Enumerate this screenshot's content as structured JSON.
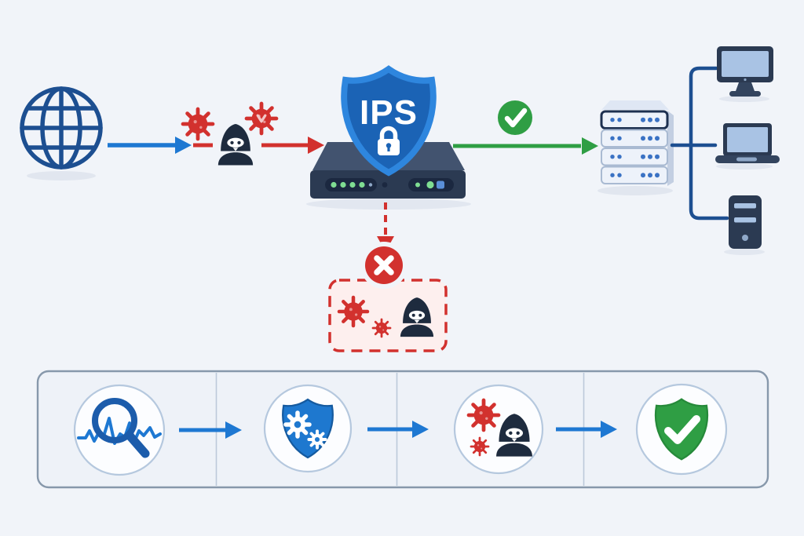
{
  "colors": {
    "background": "#f1f4f9",
    "globe_blue": "#1d4f91",
    "blue_arrow": "#1e78d2",
    "blue_link": "#1d4f91",
    "mag_blue": "#1c5cab",
    "red": "#d2312e",
    "red_light": "#e99391",
    "pink_cutout": "#f2c7c7",
    "green": "#2f9e44",
    "green_dark": "#268a3a",
    "navy": "#1e2b3e",
    "device_top": "#42536f",
    "device_front": "#2b3a52",
    "device_mid": "#33445e",
    "device_detail": "#8fa8c8",
    "panel_dark": "#1b2840",
    "led_green": "#7fdd92",
    "led_blue": "#5a8fd8",
    "shield_fill": "#1b63b5",
    "shield_border": "#2e86de",
    "strip_shield": "#1e78cf",
    "strip_shield_border": "#155a9f",
    "screen_blue": "#a9c3e4",
    "rack_fill": "#edf2fa",
    "rack_top": "#dfe7f4",
    "rack_side": "#c3cfe2",
    "rack_border": "#a9bad2",
    "rack_dark": "#1d3050",
    "rack_dot": "#3a72c4",
    "quarantine_fill": "#fdefee",
    "strip_fill": "#eef2f8",
    "strip_border": "#8798ab",
    "divider": "#bcc9da",
    "circle_fill": "#fcfdff",
    "circle_border": "#b5c8de",
    "white": "#ffffff",
    "shadow": "#d8deea"
  },
  "diagram": {
    "ips_label": "IPS",
    "icons": {
      "source": "internet-globe-icon",
      "threats": [
        "virus-icon",
        "virus-icon",
        "hacker-icon"
      ],
      "appliance": [
        "ips-shield-icon",
        "lock-icon",
        "ips-appliance-device"
      ],
      "allowed": "check-circle-icon",
      "destination": "server-rack-icon",
      "endpoints": [
        "desktop-monitor-icon",
        "laptop-icon",
        "desktop-tower-icon"
      ],
      "blocked": [
        "x-circle-icon",
        "quarantine-zone",
        "virus-icon",
        "virus-icon",
        "hacker-icon"
      ]
    }
  },
  "process_flow": {
    "steps": [
      {
        "icon": "magnifier-waveform-icon"
      },
      {
        "icon": "shield-gears-icon"
      },
      {
        "icon": "virus-hacker-icon"
      },
      {
        "icon": "shield-check-icon"
      }
    ]
  }
}
